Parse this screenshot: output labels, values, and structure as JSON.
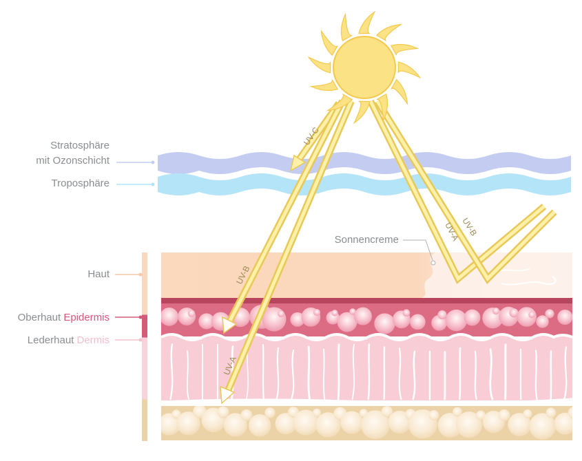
{
  "labels": {
    "stratosphere_line1": "Stratosphäre",
    "stratosphere_line2": "mit Ozonschicht",
    "troposphere": "Troposphäre",
    "sunscreen": "Sonnencreme",
    "skin": "Haut",
    "epidermis_prefix": "Oberhaut ",
    "epidermis_latin": "Epidermis",
    "dermis_prefix": "Lederhaut ",
    "dermis_latin": "Dermis"
  },
  "rays": {
    "uvc": "UV-C",
    "uvb_left": "UV-B",
    "uva_left": "UV-A",
    "uva_right": "UV-A",
    "uvb_right": "UV-B"
  },
  "colors": {
    "sun": "#fbe284",
    "stratosphere": "#c4cdf1",
    "troposphere": "#b3e4f8",
    "skin_surface": "#fbd9bd",
    "epidermis": "#dc6b84",
    "dermis": "#f9cdd6",
    "fat": "#ecd3a7",
    "epidermis_text": "#d9577a",
    "dermis_text": "#f4bfcb"
  }
}
